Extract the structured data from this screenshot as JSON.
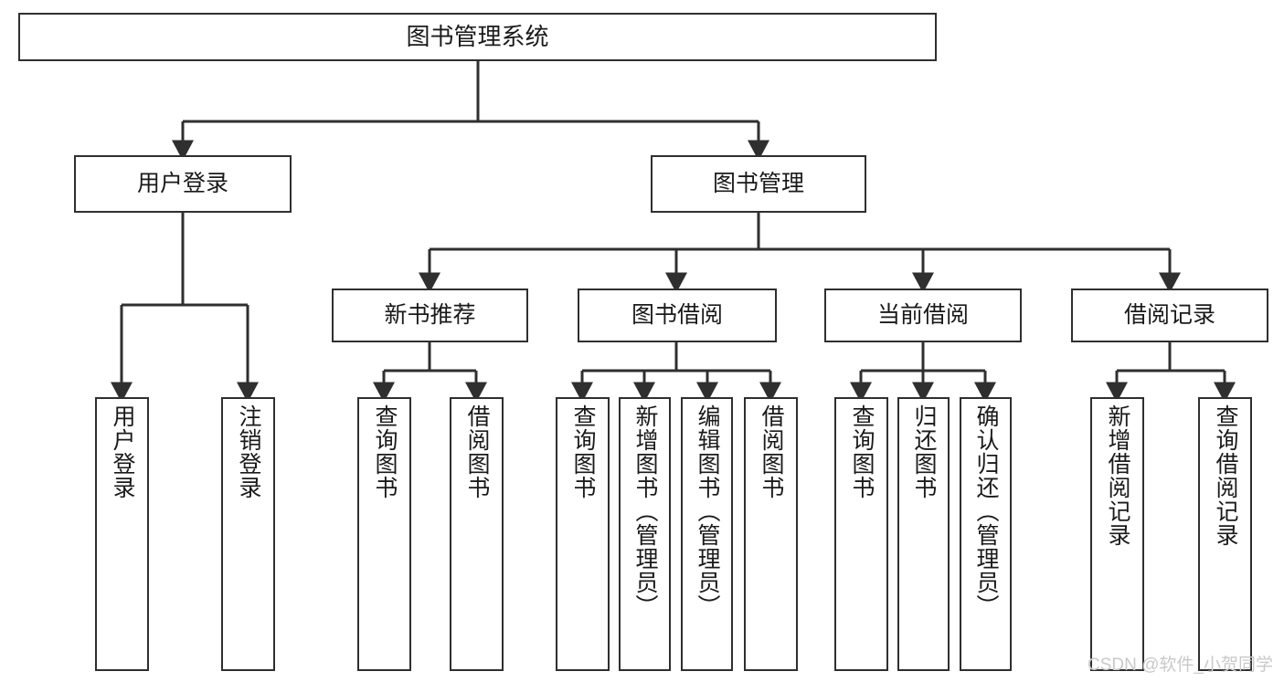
{
  "diagram": {
    "title": "图书管理系统",
    "type": "tree-hierarchy",
    "orientation": "top-down",
    "colors": {
      "border": "#2f2f2f",
      "fill": "#ffffff",
      "connector": "#2f2f2f",
      "text": "#1a1a1a",
      "watermark": "#c9c9c9"
    },
    "nodes": {
      "root": {
        "label": "图书管理系统"
      },
      "level2": [
        {
          "id": "user-login",
          "label": "用户登录"
        },
        {
          "id": "book-manage",
          "label": "图书管理"
        }
      ],
      "level3": [
        {
          "id": "new-book-rec",
          "label": "新书推荐"
        },
        {
          "id": "book-borrow",
          "label": "图书借阅"
        },
        {
          "id": "current-borrow",
          "label": "当前借阅"
        },
        {
          "id": "borrow-record",
          "label": "借阅记录"
        }
      ],
      "leaves": {
        "user-login": [
          {
            "id": "leaf-user-login",
            "label": "用户登录"
          },
          {
            "id": "leaf-logout",
            "label": "注销登录"
          }
        ],
        "new-book-rec": [
          {
            "id": "leaf-query-book-1",
            "label": "查询图书"
          },
          {
            "id": "leaf-borrow-book-1",
            "label": "借阅图书"
          }
        ],
        "book-borrow": [
          {
            "id": "leaf-query-book-2",
            "label": "查询图书"
          },
          {
            "id": "leaf-add-book",
            "label": "新增图书（管理员）"
          },
          {
            "id": "leaf-edit-book",
            "label": "编辑图书（管理员）"
          },
          {
            "id": "leaf-borrow-book-2",
            "label": "借阅图书"
          }
        ],
        "current-borrow": [
          {
            "id": "leaf-query-book-3",
            "label": "查询图书"
          },
          {
            "id": "leaf-return-book",
            "label": "归还图书"
          },
          {
            "id": "leaf-confirm-return",
            "label": "确认归还（管理员）"
          }
        ],
        "borrow-record": [
          {
            "id": "leaf-add-record",
            "label": "新增借阅记录"
          },
          {
            "id": "leaf-query-record",
            "label": "查询借阅记录"
          }
        ]
      }
    },
    "watermark": "CSDN @软件_小贺同学"
  }
}
